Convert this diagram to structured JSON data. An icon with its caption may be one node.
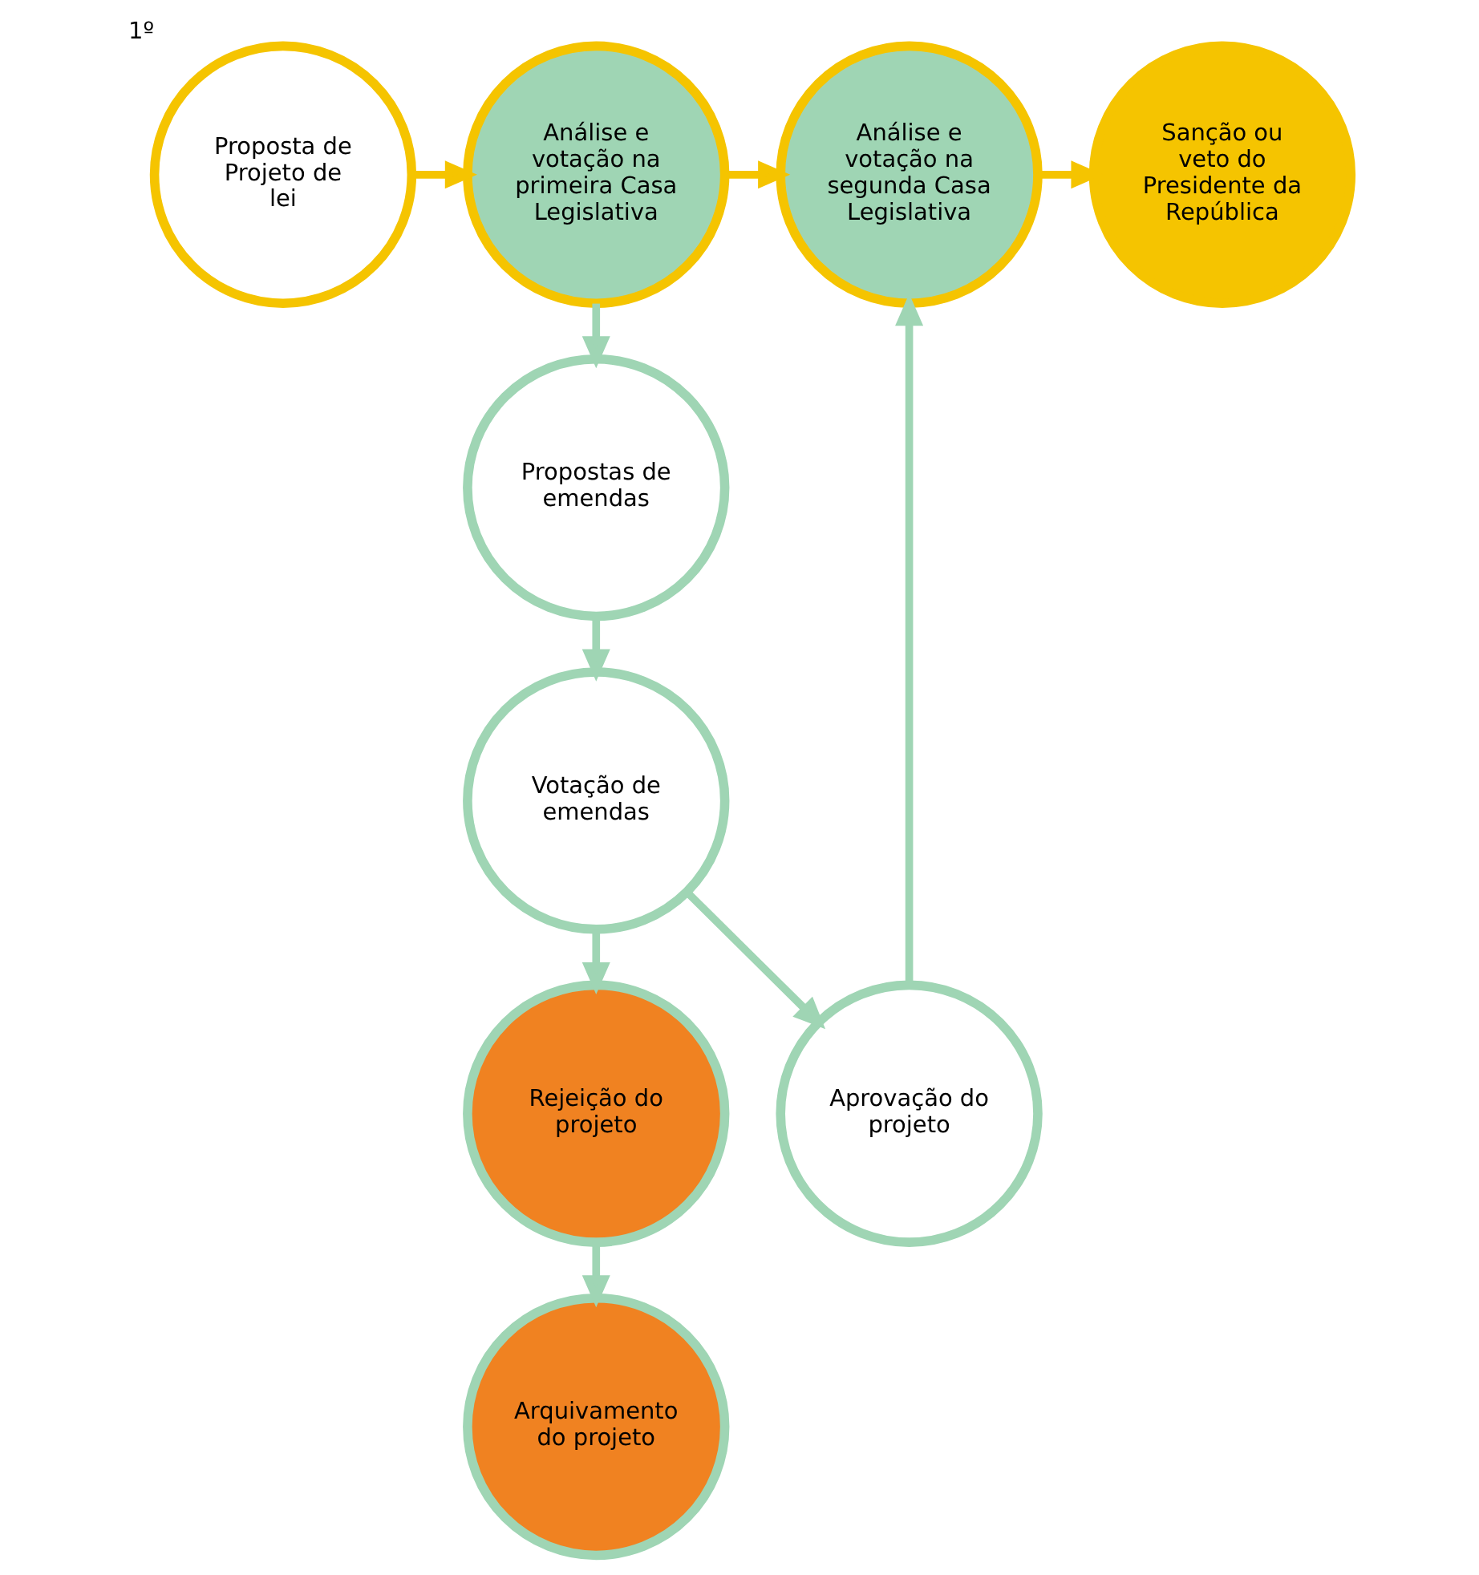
{
  "diagram": {
    "nodes": [
      {
        "text": [
          "Proposta de Projeto de lei"
        ],
        "beside": [
          "1º"
        ]
      },
      {
        "text": [
          "Análise e votação na primeira Casa Legislativa"
        ]
      },
      {
        "text": [
          "Análise e votação na segunda Casa Legislativa"
        ]
      },
      {
        "text": [
          "Sanção ou veto do Presidente da República"
        ]
      },
      {
        "text": [
          "Propostas de emendas"
        ]
      },
      {
        "text": [
          "Votação de emendas"
        ]
      },
      {
        "text": [
          "Rejeição do projeto"
        ]
      },
      {
        "text": [
          "Aprovação do projeto"
        ]
      },
      {
        "text": [
          "Arquivamento do projeto"
        ]
      }
    ],
    "edges": [
      {
        "from": 0,
        "to": 1,
        "arrow": "to",
        "color": "#f5c400"
      },
      {
        "from": 1,
        "to": 2,
        "arrow": "to",
        "color": "#f5c400"
      },
      {
        "from": 2,
        "to": 3,
        "arrow": "to",
        "color": "#f5c400"
      },
      {
        "from": 1,
        "to": 4,
        "arrow": "to"
      },
      {
        "from": 4,
        "to": 5,
        "arrow": "to"
      },
      {
        "from": 5,
        "to": 6,
        "arrow": "to"
      },
      {
        "from": 5,
        "to": 7,
        "arrow": "to"
      },
      {
        "from": 6,
        "to": 8,
        "arrow": "to"
      },
      {
        "from": 7,
        "to": 2,
        "arrow": "to"
      }
    ]
  }
}
